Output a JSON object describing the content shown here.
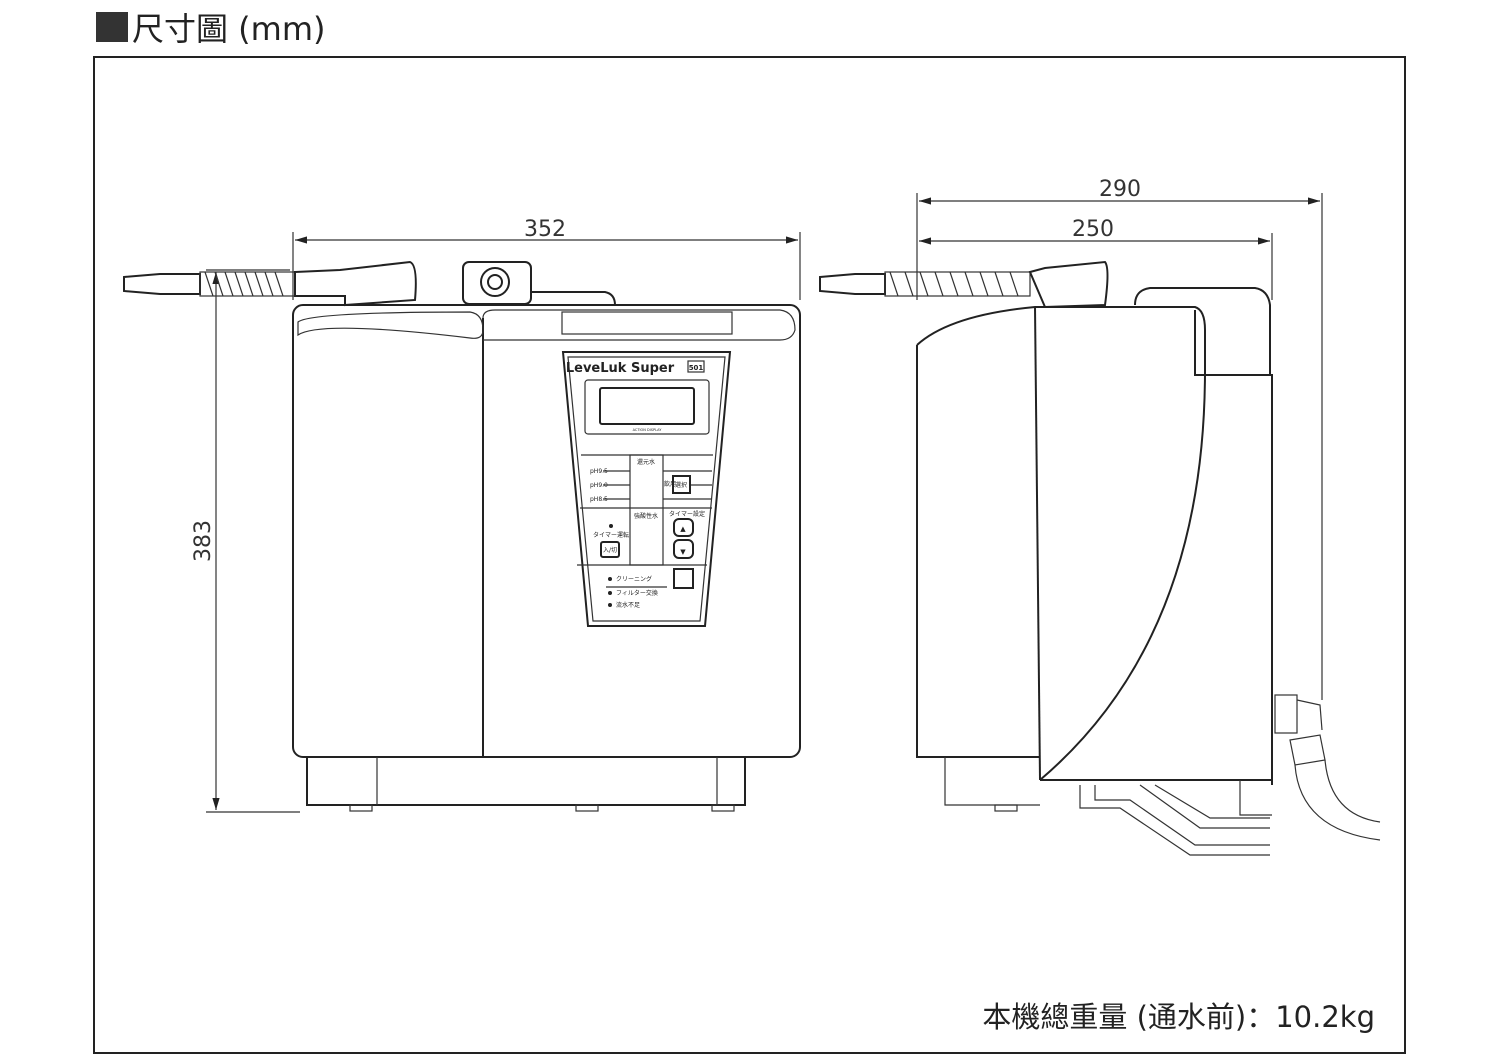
{
  "title": {
    "text": "尺寸圖 (mm)"
  },
  "dimensions": {
    "front_width": "352",
    "height": "383",
    "depth_total": "290",
    "depth_body": "250"
  },
  "panel": {
    "brand": "LeveLuk Super",
    "model_badge": "501",
    "display_caption": "ACTION DISPLAY",
    "reduced_water": "還元水",
    "ph_levels": [
      "pH9.5",
      "pH9.0",
      "pH8.5"
    ],
    "drink_label": "飲用",
    "select_button": "選択",
    "acid_water": "強酸性水",
    "timer_setting": "タイマー設定",
    "timer_run": "タイマー運転",
    "power_button": "入/切",
    "indicators": [
      "クリーニング",
      "フィルター交換",
      "流水不足"
    ]
  },
  "footer": {
    "weight": "本機總重量 (通水前)：10.2kg"
  }
}
